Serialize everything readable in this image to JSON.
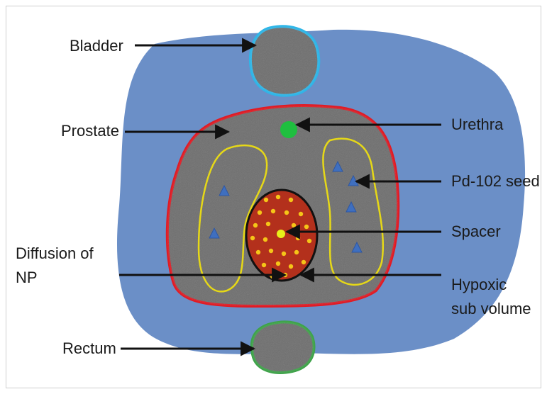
{
  "labels": {
    "bladder": "Bladder",
    "prostate": "Prostate",
    "urethra": "Urethra",
    "pd_seed": "Pd-102 seed",
    "spacer": "Spacer",
    "diffusion_line1": "Diffusion of",
    "diffusion_line2": "NP",
    "hypoxic_line1": "Hypoxic",
    "hypoxic_line2": "sub volume",
    "rectum": "Rectum"
  },
  "colors": {
    "body": "#6b8fc7",
    "organ": "#6e6e6e",
    "prostate_outline": "#e01b24",
    "bladder_outline": "#2eb6e8",
    "rectum_outline": "#3fa34a",
    "zone_outline": "#e6d817",
    "seed": "#3f6fbf",
    "urethra": "#1fbf3f",
    "hypoxic": "#b3301c",
    "nanoparticle": "#f5c518",
    "spacer": "#e8f01a",
    "arrow": "#111111"
  }
}
